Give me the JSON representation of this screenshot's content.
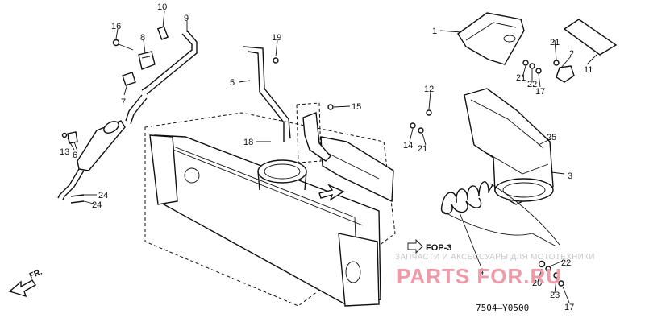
{
  "diagram": {
    "callouts": {
      "c1": "1",
      "c2": "2",
      "c3": "3",
      "c4": "4",
      "c5": "5",
      "c6": "6",
      "c7": "7",
      "c8": "8",
      "c9": "9",
      "c10": "10",
      "c11": "11",
      "c12": "12",
      "c13": "13",
      "c14": "14",
      "c15": "15",
      "c16": "16",
      "c17a": "17",
      "c17b": "17",
      "c18": "18",
      "c19": "19",
      "c20": "20",
      "c21a": "21",
      "c21b": "21",
      "c21c": "21",
      "c22a": "22",
      "c22b": "22",
      "c23": "23",
      "c24a": "24",
      "c24b": "24",
      "c25": "25"
    },
    "front_marker": "FR.",
    "figure_ref": "FOP-3",
    "diagram_code": "7504—Y0500"
  },
  "watermark": {
    "caption": "ЗАПЧАСТИ И АКСЕССУАРЫ ДЛЯ МОТОТЕХНИКИ",
    "site": "PARTS FOR.RU",
    "color": "#ef9aa8"
  }
}
